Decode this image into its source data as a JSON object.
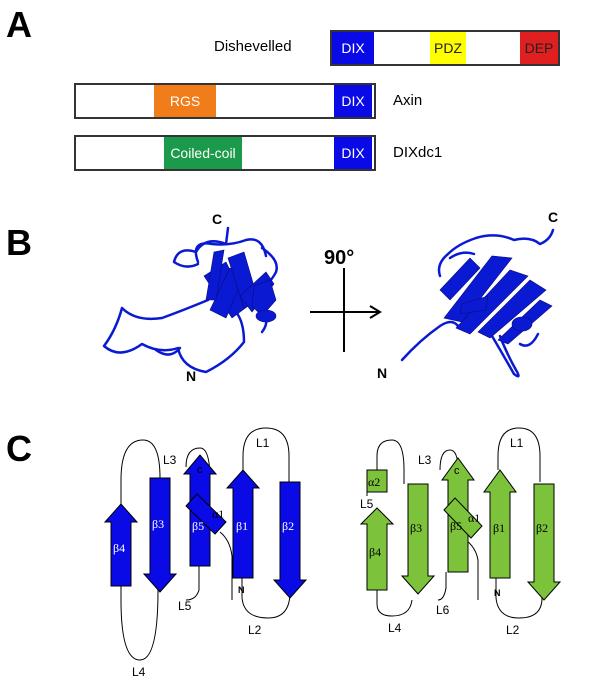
{
  "panels": {
    "a": "A",
    "b": "B",
    "c": "C"
  },
  "colors": {
    "dix": "#0a0ae6",
    "pdz": "#ffff00",
    "dep": "#e02020",
    "rgs": "#f07c1a",
    "coiled": "#1a9a4a",
    "ribbon": "#0a1ad2",
    "topo_blue": "#0a0ae6",
    "topo_green": "#7cc23a"
  },
  "proteins": {
    "dishevelled": {
      "name": "Dishevelled",
      "domains": [
        "DIX",
        "PDZ",
        "DEP"
      ]
    },
    "axin": {
      "name": "Axin",
      "domains": [
        "RGS",
        "DIX"
      ]
    },
    "dixdc1": {
      "name": "DIXdc1",
      "domains": [
        "Coiled-coil",
        "DIX"
      ]
    }
  },
  "structure": {
    "rotation": "90°",
    "c_left": "C",
    "n_left": "N",
    "c_right": "C",
    "n_right": "N"
  },
  "topology_left": {
    "l1": "L1",
    "l2": "L2",
    "l3": "L3",
    "l4": "L4",
    "l5": "L5",
    "b1": "β1",
    "b2": "β2",
    "b3": "β3",
    "b4": "β4",
    "b5": "β5",
    "a1": "α1",
    "c": "c",
    "n": "N"
  },
  "topology_right": {
    "l1": "L1",
    "l2": "L2",
    "l3": "L3",
    "l4": "L4",
    "l5": "L5",
    "l6": "L6",
    "b1": "β1",
    "b2": "β2",
    "b3": "β3",
    "b4": "β4",
    "b5": "β5",
    "a1": "α1",
    "a2": "α2",
    "c": "c",
    "n": "N"
  }
}
